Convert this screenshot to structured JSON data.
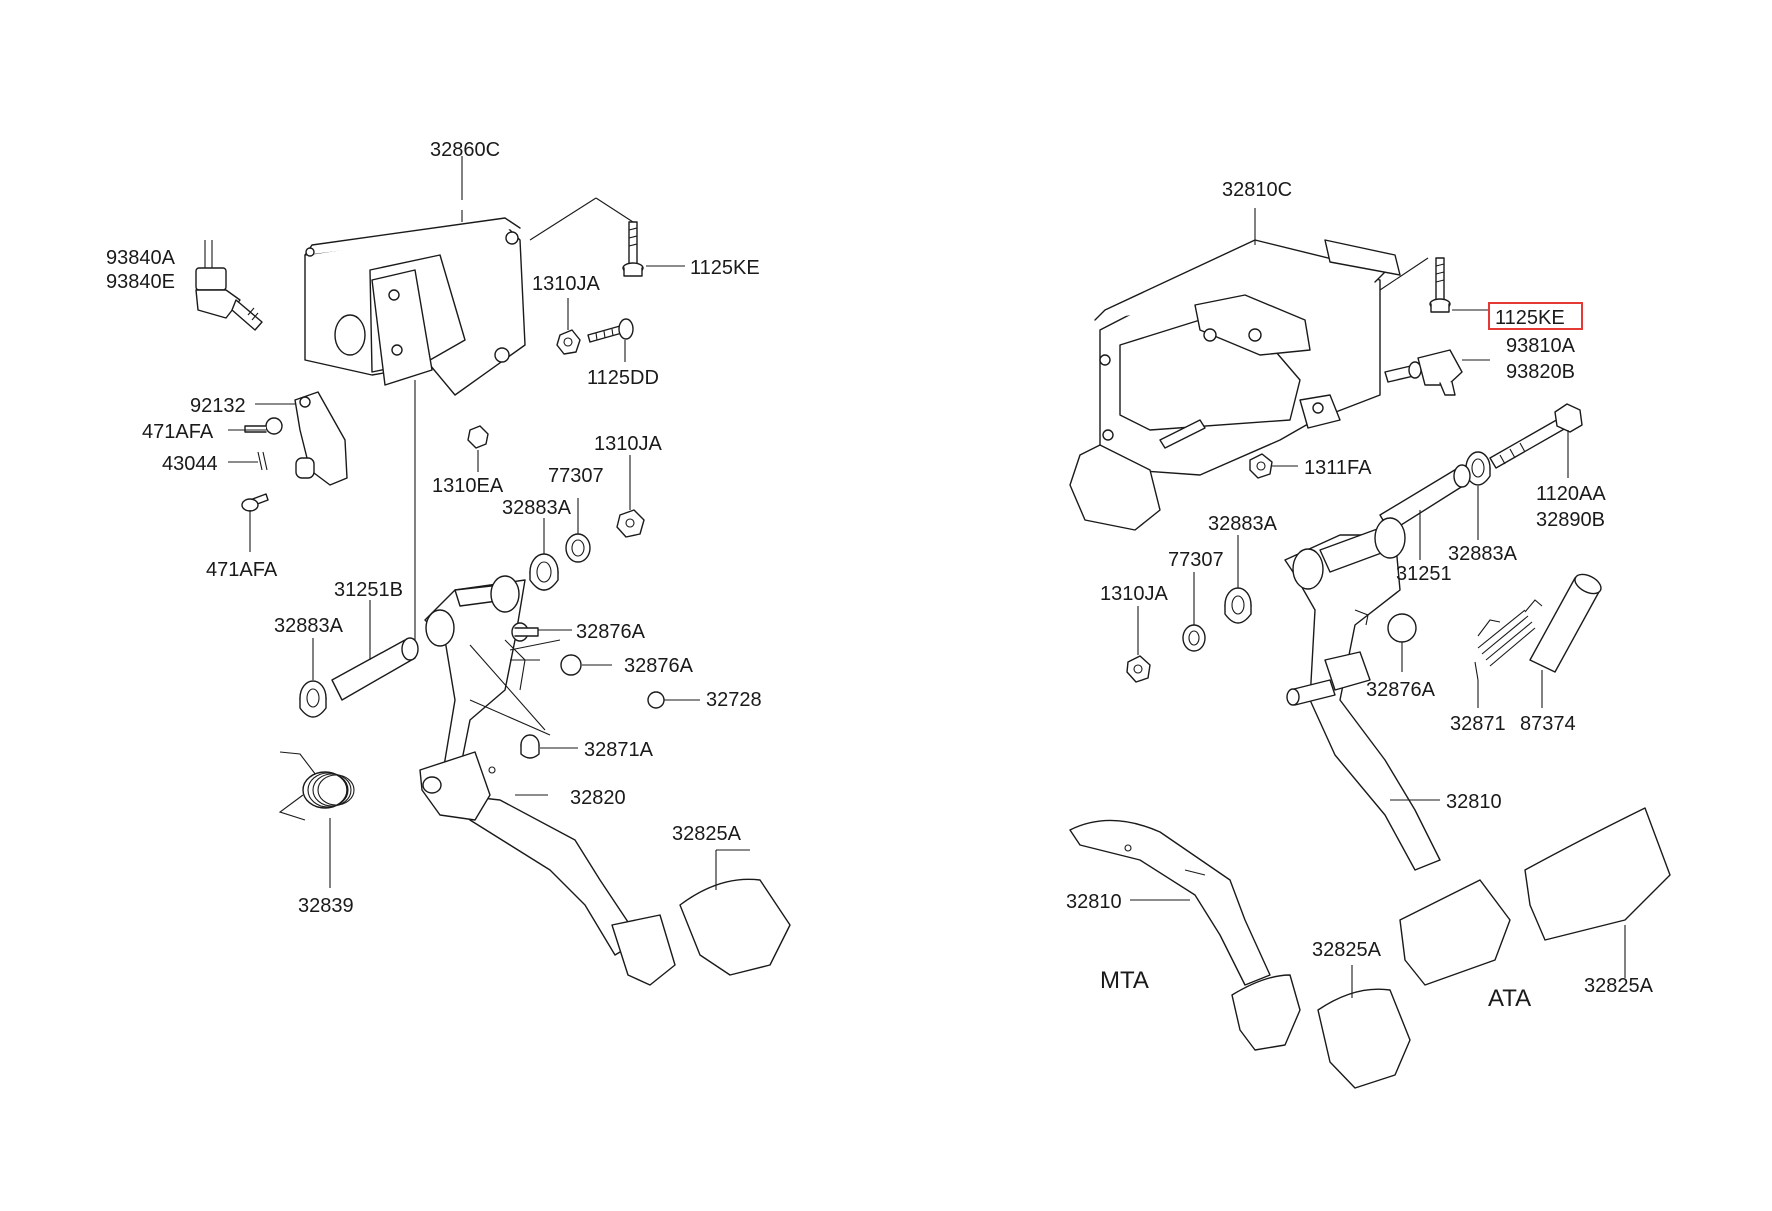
{
  "highlight_color": "#e53935",
  "labels": {
    "l_32860C": "32860C",
    "l_93840A": "93840A",
    "l_93840E": "93840E",
    "l_1125KE_left": "1125KE",
    "l_1310JA_a": "1310JA",
    "l_1125DD": "1125DD",
    "l_92132": "92132",
    "l_471AFA_a": "471AFA",
    "l_43044": "43044",
    "l_471AFA_b": "471AFA",
    "l_1310EA": "1310EA",
    "l_77307_left": "77307",
    "l_1310JA_b": "1310JA",
    "l_32883A_a": "32883A",
    "l_31251B": "31251B",
    "l_32883A_b": "32883A",
    "l_32876A_a": "32876A",
    "l_32876A_b": "32876A",
    "l_32728": "32728",
    "l_32871A": "32871A",
    "l_32820": "32820",
    "l_32825A_left": "32825A",
    "l_32839": "32839",
    "l_32810C": "32810C",
    "l_1125KE_right": "1125KE",
    "l_93810A": "93810A",
    "l_93820B": "93820B",
    "l_1311FA": "1311FA",
    "l_1120AA": "1120AA",
    "l_32890B": "32890B",
    "l_32883A_c": "32883A",
    "l_32883A_d": "32883A",
    "l_31251": "31251",
    "l_77307_right": "77307",
    "l_1310JA_c": "1310JA",
    "l_32876A_c": "32876A",
    "l_32871": "32871",
    "l_87374": "87374",
    "l_32810_a": "32810",
    "l_32810_b": "32810",
    "l_MTA": "MTA",
    "l_32825A_b": "32825A",
    "l_ATA": "ATA",
    "l_32825A_c": "32825A"
  }
}
